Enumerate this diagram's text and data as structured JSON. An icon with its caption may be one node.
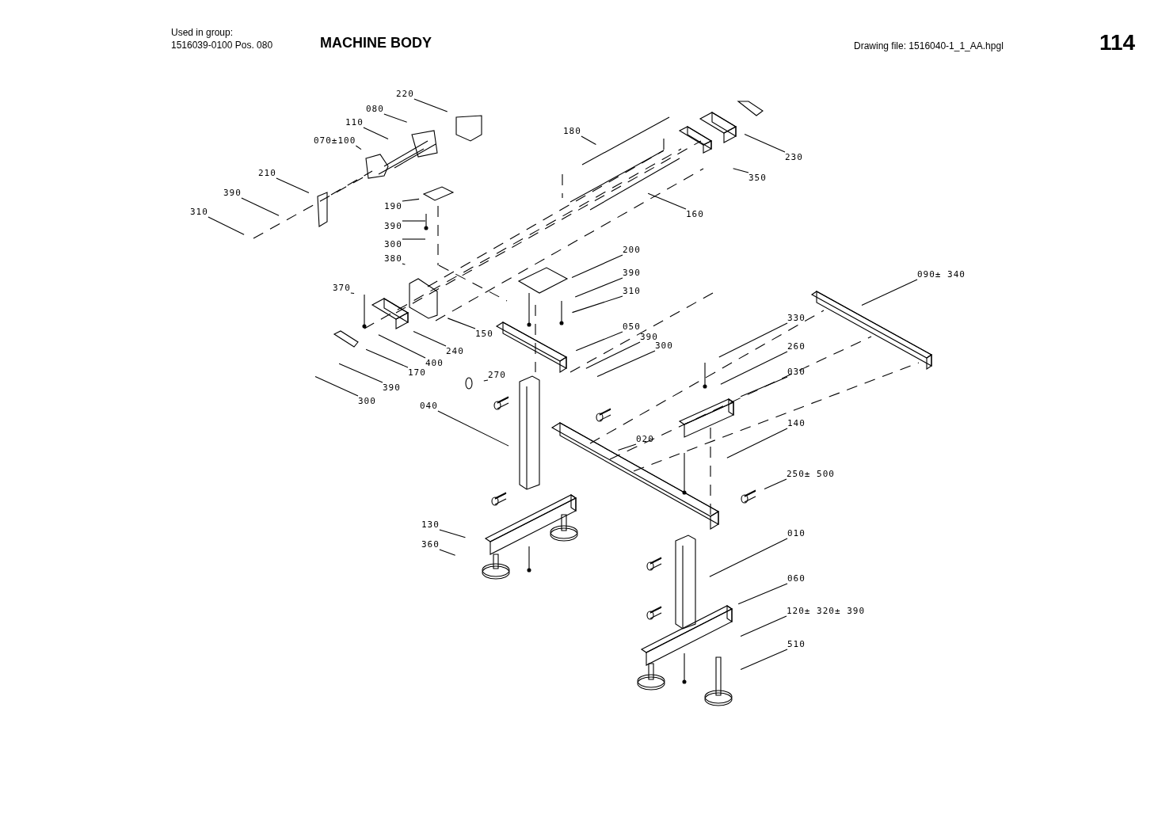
{
  "diagram": {
    "title": "MACHINE BODY",
    "nodes": [
      {
        "text": [
          "220"
        ]
      },
      {
        "text": [
          "080"
        ]
      },
      {
        "text": [
          "110"
        ]
      },
      {
        "text": [
          "070±100"
        ]
      },
      {
        "text": [
          "210"
        ]
      },
      {
        "text": [
          "390"
        ]
      },
      {
        "text": [
          "310"
        ]
      },
      {
        "text": [
          "190"
        ]
      },
      {
        "text": [
          "390"
        ]
      },
      {
        "text": [
          "300"
        ]
      },
      {
        "text": [
          "380"
        ]
      },
      {
        "text": [
          "370"
        ]
      },
      {
        "text": [
          "150"
        ]
      },
      {
        "text": [
          "240"
        ]
      },
      {
        "text": [
          "400"
        ]
      },
      {
        "text": [
          "170"
        ]
      },
      {
        "text": [
          "390"
        ]
      },
      {
        "text": [
          "300"
        ]
      },
      {
        "text": [
          "180"
        ]
      },
      {
        "text": [
          "160"
        ]
      },
      {
        "text": [
          "230"
        ]
      },
      {
        "text": [
          "350"
        ]
      },
      {
        "text": [
          "200"
        ]
      },
      {
        "text": [
          "390"
        ]
      },
      {
        "text": [
          "310"
        ]
      },
      {
        "text": [
          "050"
        ]
      },
      {
        "text": [
          "390"
        ]
      },
      {
        "text": [
          "300"
        ]
      },
      {
        "text": [
          "270"
        ]
      },
      {
        "text": [
          "040"
        ]
      },
      {
        "text": [
          "090± 340"
        ]
      },
      {
        "text": [
          "330"
        ]
      },
      {
        "text": [
          "260"
        ]
      },
      {
        "text": [
          "030"
        ]
      },
      {
        "text": [
          "020"
        ]
      },
      {
        "text": [
          "140"
        ]
      },
      {
        "text": [
          "250± 500"
        ]
      },
      {
        "text": [
          "130"
        ]
      },
      {
        "text": [
          "360"
        ]
      },
      {
        "text": [
          "010"
        ]
      },
      {
        "text": [
          "060"
        ]
      },
      {
        "text": [
          "120± 320± 390"
        ]
      },
      {
        "text": [
          "510"
        ]
      }
    ],
    "edges": [
      {
        "from": 0,
        "to": null,
        "arrow": "none"
      },
      {
        "from": 1,
        "to": null,
        "arrow": "none"
      },
      {
        "from": 2,
        "to": null,
        "arrow": "none"
      },
      {
        "from": 3,
        "to": null,
        "arrow": "none"
      },
      {
        "from": 4,
        "to": null,
        "arrow": "none"
      },
      {
        "from": 5,
        "to": null,
        "arrow": "none"
      },
      {
        "from": 6,
        "to": null,
        "arrow": "none"
      },
      {
        "from": 7,
        "to": null,
        "arrow": "none"
      },
      {
        "from": 8,
        "to": null,
        "arrow": "none"
      },
      {
        "from": 9,
        "to": null,
        "arrow": "none"
      },
      {
        "from": 10,
        "to": null,
        "arrow": "none"
      },
      {
        "from": 11,
        "to": null,
        "arrow": "none"
      },
      {
        "from": 12,
        "to": null,
        "arrow": "none"
      },
      {
        "from": 13,
        "to": null,
        "arrow": "none"
      },
      {
        "from": 14,
        "to": null,
        "arrow": "none"
      },
      {
        "from": 15,
        "to": null,
        "arrow": "none"
      },
      {
        "from": 16,
        "to": null,
        "arrow": "none"
      },
      {
        "from": 17,
        "to": null,
        "arrow": "none"
      },
      {
        "from": 18,
        "to": null,
        "arrow": "none"
      },
      {
        "from": 19,
        "to": null,
        "arrow": "none"
      },
      {
        "from": 20,
        "to": null,
        "arrow": "none"
      },
      {
        "from": 21,
        "to": null,
        "arrow": "none"
      },
      {
        "from": 22,
        "to": null,
        "arrow": "none"
      },
      {
        "from": 23,
        "to": null,
        "arrow": "none"
      },
      {
        "from": 24,
        "to": null,
        "arrow": "none"
      },
      {
        "from": 25,
        "to": null,
        "arrow": "none"
      },
      {
        "from": 26,
        "to": null,
        "arrow": "none"
      },
      {
        "from": 27,
        "to": null,
        "arrow": "none"
      },
      {
        "from": 28,
        "to": null,
        "arrow": "none"
      },
      {
        "from": 29,
        "to": null,
        "arrow": "none"
      },
      {
        "from": 30,
        "to": null,
        "arrow": "none"
      },
      {
        "from": 31,
        "to": null,
        "arrow": "none"
      },
      {
        "from": 32,
        "to": null,
        "arrow": "none"
      },
      {
        "from": 33,
        "to": null,
        "arrow": "none"
      },
      {
        "from": 34,
        "to": null,
        "arrow": "none"
      },
      {
        "from": 35,
        "to": null,
        "arrow": "none"
      },
      {
        "from": 36,
        "to": null,
        "arrow": "none"
      },
      {
        "from": 37,
        "to": null,
        "arrow": "none"
      },
      {
        "from": 38,
        "to": null,
        "arrow": "none"
      },
      {
        "from": 39,
        "to": null,
        "arrow": "none"
      },
      {
        "from": 40,
        "to": null,
        "arrow": "none"
      },
      {
        "from": 41,
        "to": null,
        "arrow": "none"
      },
      {
        "from": 42,
        "to": null,
        "arrow": "none"
      }
    ],
    "labels": [
      "Used in group:",
      "1516039-0100 Pos. 080",
      "Drawing file:  1516040-1_1_AA.hpgl",
      "114"
    ]
  }
}
